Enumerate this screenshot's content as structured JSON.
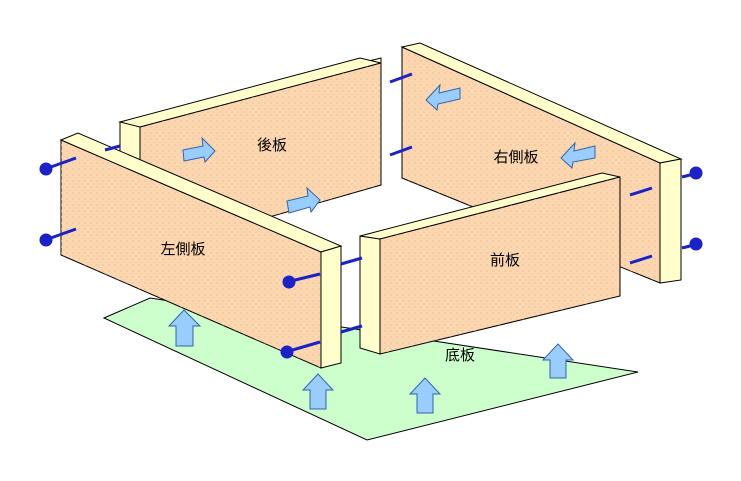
{
  "labels": {
    "back": "後板",
    "right": "右側板",
    "left": "左側板",
    "front": "前板",
    "bottom": "底板"
  },
  "colors": {
    "panel_face": "#FBD6AE",
    "panel_edge": "#FFFFCC",
    "bottom_board": "#CCFFCC",
    "outline": "#000000",
    "nail": "#1A22C8",
    "arrow_fill": "#99CCFF",
    "arrow_stroke": "#3366AA"
  },
  "icons": {
    "arrow": "block-arrow-icon",
    "nail": "nail-icon"
  }
}
